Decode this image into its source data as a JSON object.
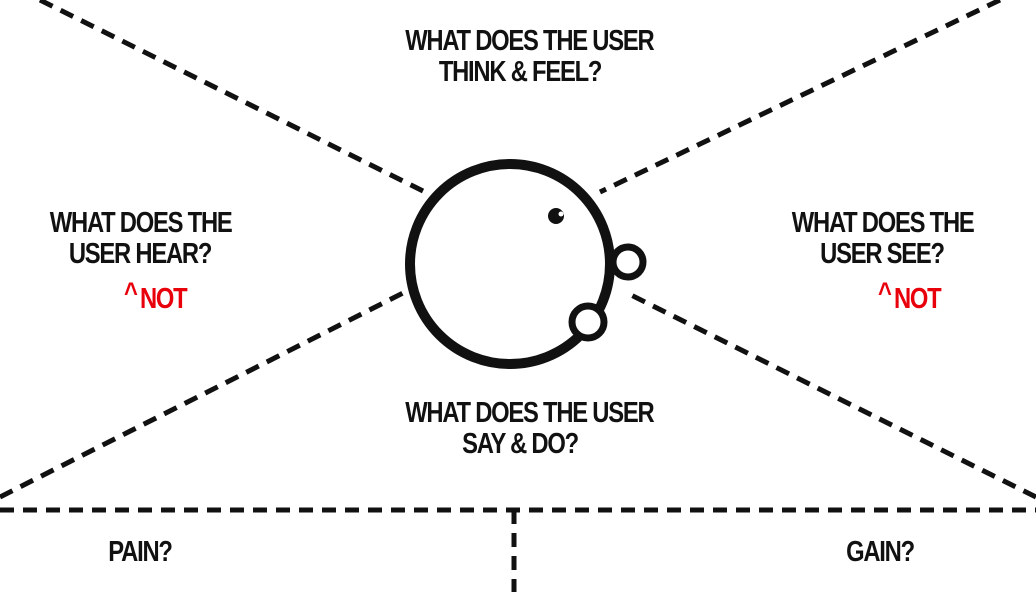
{
  "quadrants": {
    "think_feel": {
      "line1": "WHAT DOES THE USER",
      "line2": "THINK & FEEL?"
    },
    "hear": {
      "line1": "WHAT DOES THE",
      "line2": "USER HEAR?"
    },
    "see": {
      "line1": "WHAT DOES THE",
      "line2": "USER SEE?"
    },
    "say_do": {
      "line1": "WHAT DOES THE USER",
      "line2": "SAY & DO?"
    }
  },
  "annotations": {
    "hear_not": {
      "caret": "^",
      "word": "NOT"
    },
    "see_not": {
      "caret": "^",
      "word": "NOT"
    }
  },
  "bottom": {
    "pain": "PAIN?",
    "gain": "GAIN?"
  },
  "colors": {
    "ink": "#111111",
    "annotation": "#e8000b"
  },
  "icons": {
    "head": "user-head-icon"
  }
}
